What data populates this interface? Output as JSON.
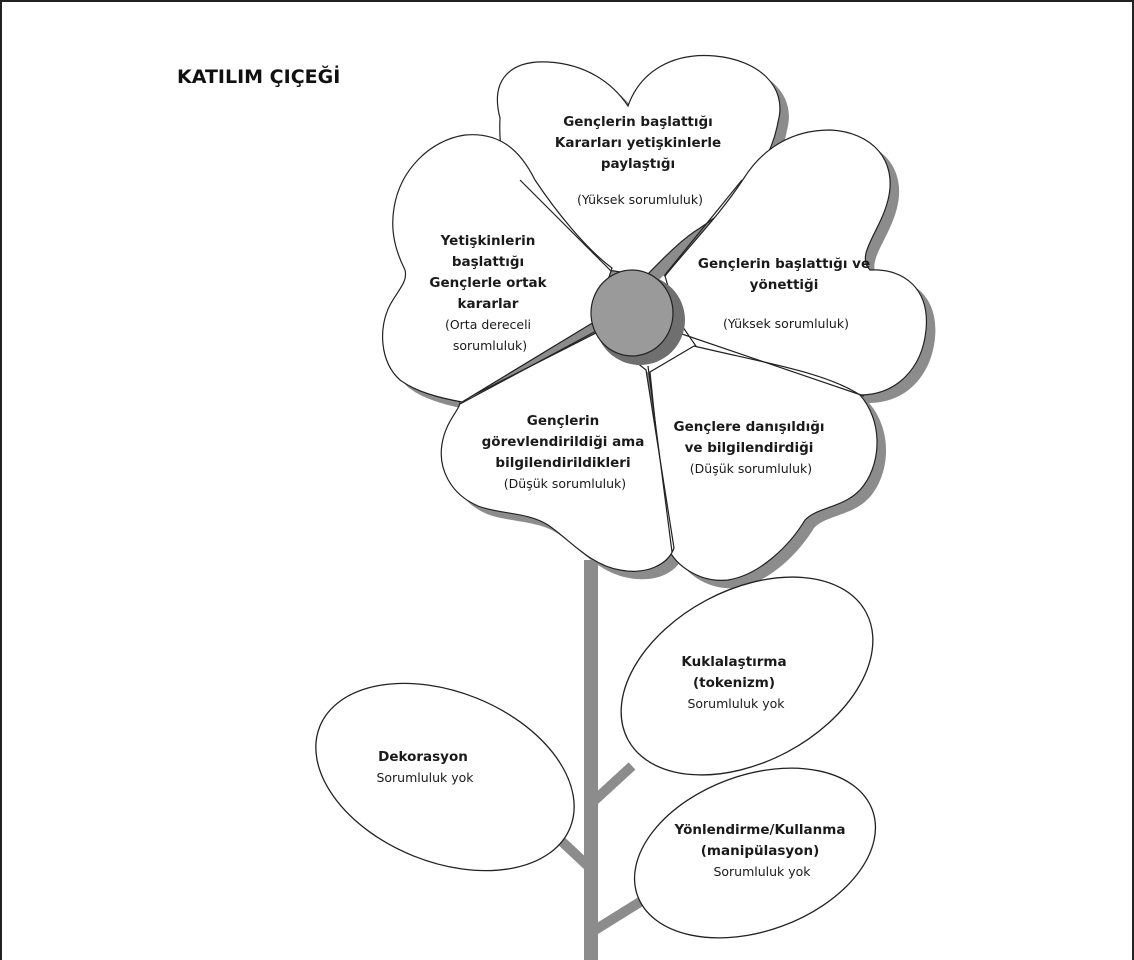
{
  "title": "KATILIM ÇIÇEĞİ",
  "petals": [
    {
      "lines": [
        "Gençlerin başlattığı",
        "Kararları yetişkinlerle",
        "paylaştığı"
      ],
      "note": [
        "(Yüksek sorumluluk)"
      ]
    },
    {
      "lines": [
        "Gençlerin başlattığı ve",
        "yönettiği"
      ],
      "note": [
        "(Yüksek sorumluluk)"
      ]
    },
    {
      "lines": [
        "Gençlere danışıldığı",
        "ve bilgilendirdiği"
      ],
      "note": [
        "(Düşük  sorumluluk)"
      ]
    },
    {
      "lines": [
        "Gençlerin",
        "görevlendirildiği ama",
        "bilgilendirildikleri"
      ],
      "note": [
        "(Düşük sorumluluk)"
      ]
    },
    {
      "lines": [
        "Yetişkinlerin",
        "başlattığı",
        "Gençlerle ortak",
        "kararlar"
      ],
      "note": [
        "(Orta dereceli",
        "sorumluluk)"
      ]
    }
  ],
  "leaves": [
    {
      "lines": [
        "Kuklalaştırma",
        "(tokenizm)"
      ],
      "note": [
        "Sorumluluk yok"
      ]
    },
    {
      "lines": [
        "Dekorasyon"
      ],
      "note": [
        "Sorumluluk yok"
      ]
    },
    {
      "lines": [
        "Yönlendirme/Kullanma",
        "(manipülasyon)"
      ],
      "note": [
        "Sorumluluk yok"
      ]
    }
  ],
  "colors": {
    "shadow": "#8c8c8c",
    "stem": "#8c8c8c",
    "center": "#9a9a9a",
    "border": "#222222"
  }
}
